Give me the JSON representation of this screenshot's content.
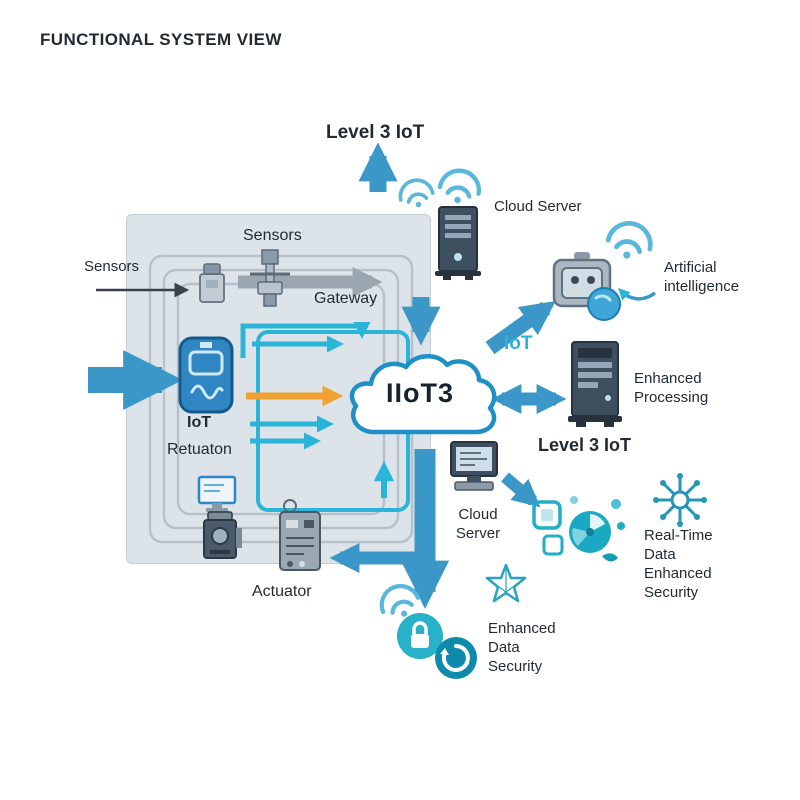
{
  "title": "FUNCTIONAL SYSTEM VIEW",
  "labels": {
    "level3_top": "Level 3 IoT",
    "cloud_server_top": "Cloud Server",
    "sensors_panel": "Sensors",
    "sensors_left": "Sensors",
    "gateway": "Gateway",
    "iot_device": "IoT",
    "retuaton": "Retuaton",
    "actuator": "Actuator",
    "cloud": "IIoT3",
    "iot_link": "IoT",
    "artificial_intelligence": "Artificial\nintelligence",
    "enhanced_processing": "Enhanced\nProcessing",
    "level3_right": "Level 3 IoT",
    "cloud_server_right": "Cloud\nServer",
    "realtime_security": "Real-Time\nData\nEnhanced\nSecurity",
    "enhanced_data_security": "Enhanced\nData\nSecurity"
  },
  "icons": {
    "wifi": "wifi-arcs",
    "server_tower": "server-tower",
    "cloud": "cloud-shape",
    "robot": "ai-robot-head",
    "monitor": "desktop-monitor",
    "iot_device": "blue-rounded-iot-module",
    "sensor": "pneumatic-sensor",
    "actuator_panel": "control-panel",
    "lock": "padlock-circle",
    "sync": "circular-arrow-circle",
    "snowflake": "tech-snowflake",
    "star": "wireframe-star",
    "pinwheel": "pinwheel-data-circle"
  },
  "colors": {
    "arrow_blue": "#3a97c8",
    "cyan": "#2ab5d8",
    "orange": "#f0a230",
    "teal": "#1aa9c2",
    "panel_fill": "#dde4e9",
    "dark_icon": "#3e4f60",
    "cloud_stroke": "#1f90c5",
    "text_dark": "#1f2a33"
  }
}
